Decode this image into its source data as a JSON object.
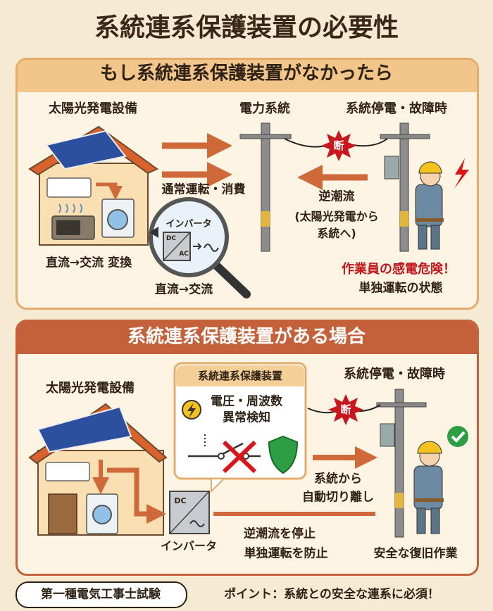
{
  "title": "系統連系保護装置の必要性",
  "colors": {
    "accent": "#d0693a",
    "danger": "#c0161b",
    "safe": "#2e9e45",
    "background": "#f6ead3"
  },
  "panel_without": {
    "header": "もし系統連系保護装置がなかったら",
    "solar_label": "太陽光発電設備",
    "grid_label": "電力系統",
    "outage_label": "系統停電・故障時",
    "normal_label": "通常運転・消費",
    "break_mark": "断",
    "reverse_flow": "逆潮流",
    "reverse_flow_note_1": "(太陽光発電から",
    "reverse_flow_note_2": "系統へ)",
    "conversion_label": "直流→交流 変換",
    "inverter_label": "インバータ",
    "dc": "DC",
    "ac": "AC",
    "inverter_caption": "直流→交流",
    "danger_text": "作業員の感電危険！",
    "islanding_text": "単独運転の状態"
  },
  "panel_with": {
    "header": "系統連系保護装置がある場合",
    "solar_label": "太陽光発電設備",
    "device_title": "系統連系保護装置",
    "detect_1": "電圧・周波数",
    "detect_2": "異常検知",
    "outage_label": "系統停電・故障時",
    "break_mark": "断",
    "disconnect_1": "系統から",
    "disconnect_2": "自動切り離し",
    "dc": "DC",
    "inverter_label": "インバータ",
    "stop_1": "逆潮流を停止",
    "stop_2": "単独運転を防止",
    "safe_work": "安全な復旧作業"
  },
  "footer": {
    "badge": "第一種電気工事士試験",
    "point": "ポイント：系統との安全な連系に必須！"
  }
}
